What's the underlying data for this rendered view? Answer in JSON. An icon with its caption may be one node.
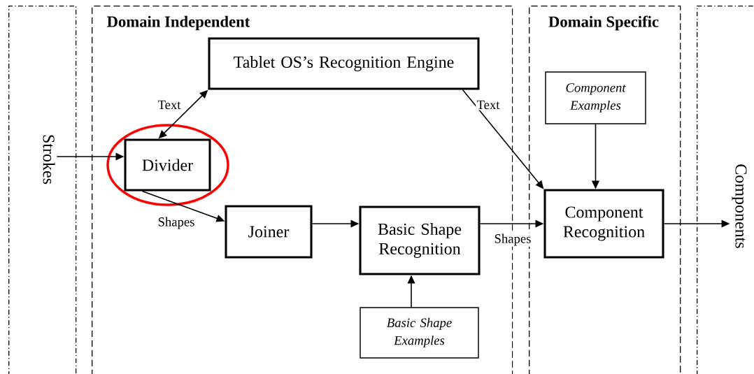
{
  "diagram": {
    "nodes": [
      {
        "text": [],
        "shape": "box"
      },
      {
        "text": [
          "Strokes"
        ],
        "in": 0
      },
      {
        "text": [
          "Domain Independent"
        ]
      },
      {
        "text": [
          "Tablet OS’s Recognition Engine"
        ],
        "in": 2
      },
      {
        "text": [
          "Divider"
        ],
        "in": 2
      },
      {
        "text": [
          "Joiner"
        ],
        "in": 2
      },
      {
        "text": [
          "Basic Shape Recognition"
        ],
        "in": 2
      },
      {
        "text": [
          "Basic Shape Examples"
        ],
        "in": 2
      },
      {
        "text": [
          "Domain Specific"
        ]
      },
      {
        "text": [
          "Component Examples"
        ],
        "in": 8
      },
      {
        "text": [
          "Component Recognition"
        ],
        "in": 8
      },
      {
        "text": [],
        "shape": "box"
      },
      {
        "text": [
          "Components"
        ],
        "in": 11
      }
    ],
    "edges": [
      {
        "from": 1,
        "to": 4,
        "arrow": "to"
      },
      {
        "from": 4,
        "to": 3,
        "arrow": "both",
        "label": "Text"
      },
      {
        "from": 4,
        "to": 5,
        "arrow": "to",
        "label": "Shapes"
      },
      {
        "from": 5,
        "to": 6,
        "arrow": "to"
      },
      {
        "from": 6,
        "to": 10,
        "arrow": "to",
        "label": "Shapes"
      },
      {
        "from": 3,
        "to": 10,
        "arrow": "to",
        "label": "Text"
      },
      {
        "from": 9,
        "to": 10,
        "arrow": "to"
      },
      {
        "from": 7,
        "to": 6,
        "arrow": "to"
      },
      {
        "from": 10,
        "to": 12,
        "arrow": "to"
      }
    ]
  }
}
